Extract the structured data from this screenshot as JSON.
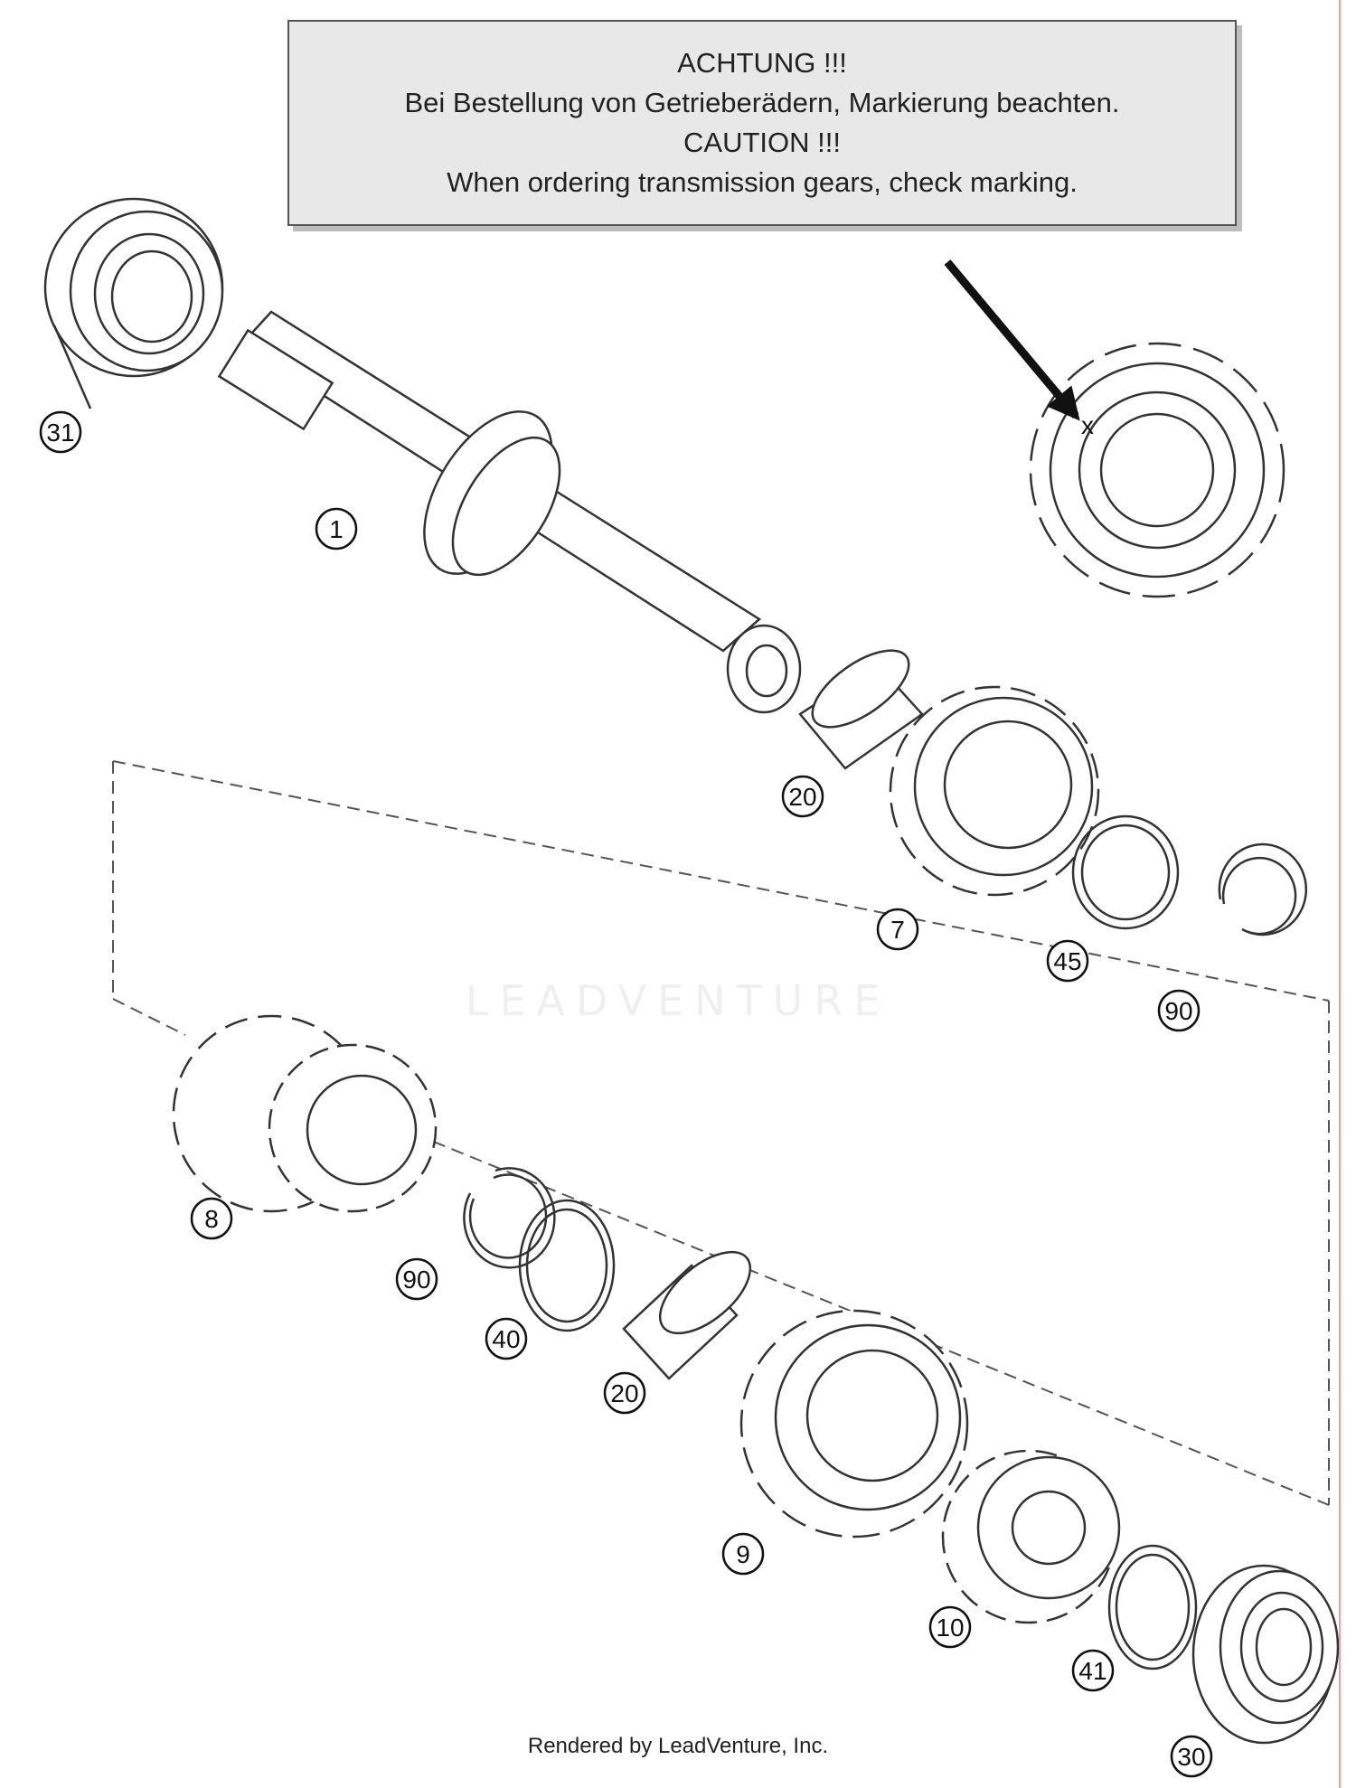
{
  "caution": {
    "line1": "ACHTUNG !!!",
    "line2": "Bei Bestellung von Getrieberädern, Markierung beachten.",
    "line3": "CAUTION !!!",
    "line4": "When ordering transmission gears, check marking."
  },
  "marker_label": "x",
  "watermark": "LEADVENTURE",
  "footer": "Rendered by LeadVenture, Inc.",
  "callouts": [
    {
      "id": "c31a",
      "label": "31"
    },
    {
      "id": "c1",
      "label": "1"
    },
    {
      "id": "c20a",
      "label": "20"
    },
    {
      "id": "c7",
      "label": "7"
    },
    {
      "id": "c45",
      "label": "45"
    },
    {
      "id": "c90a",
      "label": "90"
    },
    {
      "id": "c8",
      "label": "8"
    },
    {
      "id": "c90b",
      "label": "90"
    },
    {
      "id": "c40",
      "label": "40"
    },
    {
      "id": "c20b",
      "label": "20"
    },
    {
      "id": "c9",
      "label": "9"
    },
    {
      "id": "c10",
      "label": "10"
    },
    {
      "id": "c41",
      "label": "41"
    },
    {
      "id": "c30",
      "label": "30"
    }
  ]
}
